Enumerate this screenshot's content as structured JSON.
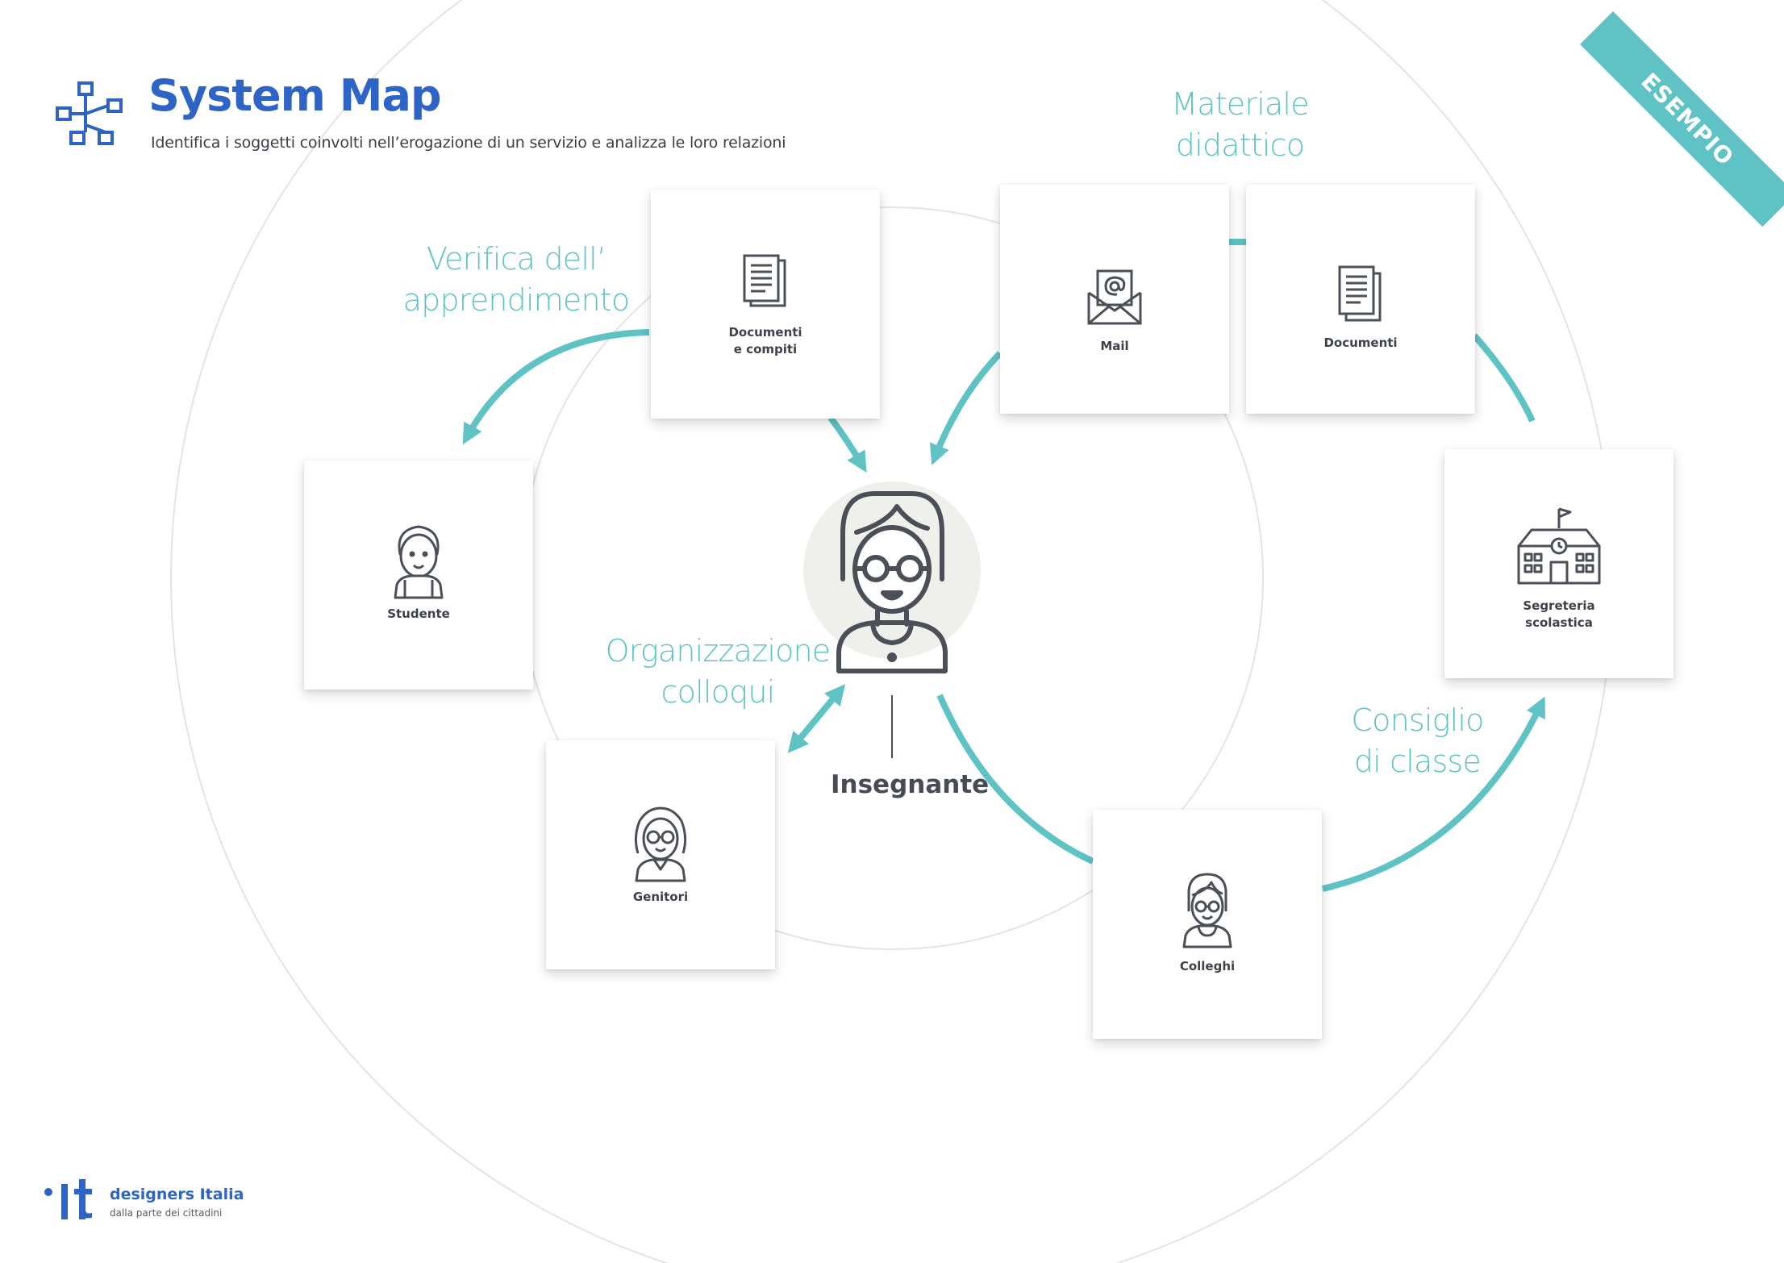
{
  "header": {
    "title": "System Map",
    "subtitle": "Identifica i soggetti coinvolti nell’erogazione di un servizio e analizza le loro relazioni"
  },
  "badge": "ESEMPIO",
  "center": {
    "label": "Insegnante",
    "icon": "teacher-avatar-icon"
  },
  "actors": [
    {
      "label": "Documenti\ne compiti",
      "icon": "documents-icon"
    },
    {
      "label": "Mail",
      "icon": "mail-icon"
    },
    {
      "label": "Documenti",
      "icon": "documents-icon"
    },
    {
      "label": "Studente",
      "icon": "student-avatar-icon"
    },
    {
      "label": "Segreteria\nscolastica",
      "icon": "school-building-icon"
    },
    {
      "label": "Genitori",
      "icon": "parent-avatar-icon"
    },
    {
      "label": "Colleghi",
      "icon": "colleague-avatar-icon"
    }
  ],
  "relations": [
    "Verifica dell’\napprendimento",
    "Materiale\ndidattico",
    "Organizzazione\ncolloqui",
    "Consiglio\ndi classe"
  ],
  "footer": {
    "logo_text": "it",
    "brand": "designers Italia",
    "tagline": "dalla parte dei cittadini"
  },
  "colors": {
    "accent": "#5fc3c6",
    "brand_blue": "#2f64c7",
    "icon_stroke": "#4a4f58",
    "orbit": "#e2e2e2"
  }
}
